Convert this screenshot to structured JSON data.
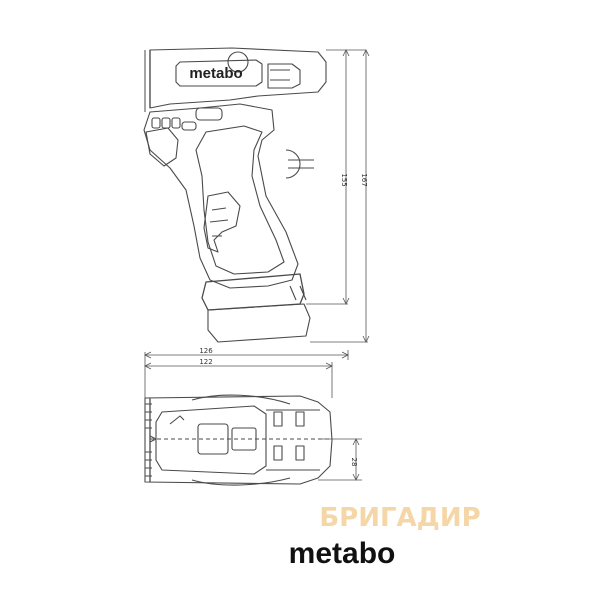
{
  "dimensions": {
    "height_overall": "167",
    "height_inner": "155",
    "length_overall": "126",
    "length_inner": "122",
    "width_half": "28"
  },
  "tool_logo": "metabo",
  "brand_logo": "metabo",
  "watermark": "БРИГАДИР",
  "colors": {
    "line": "#4a4a4a",
    "dim_line": "#555555",
    "logo": "#111111",
    "watermark": "#f2c98a"
  }
}
